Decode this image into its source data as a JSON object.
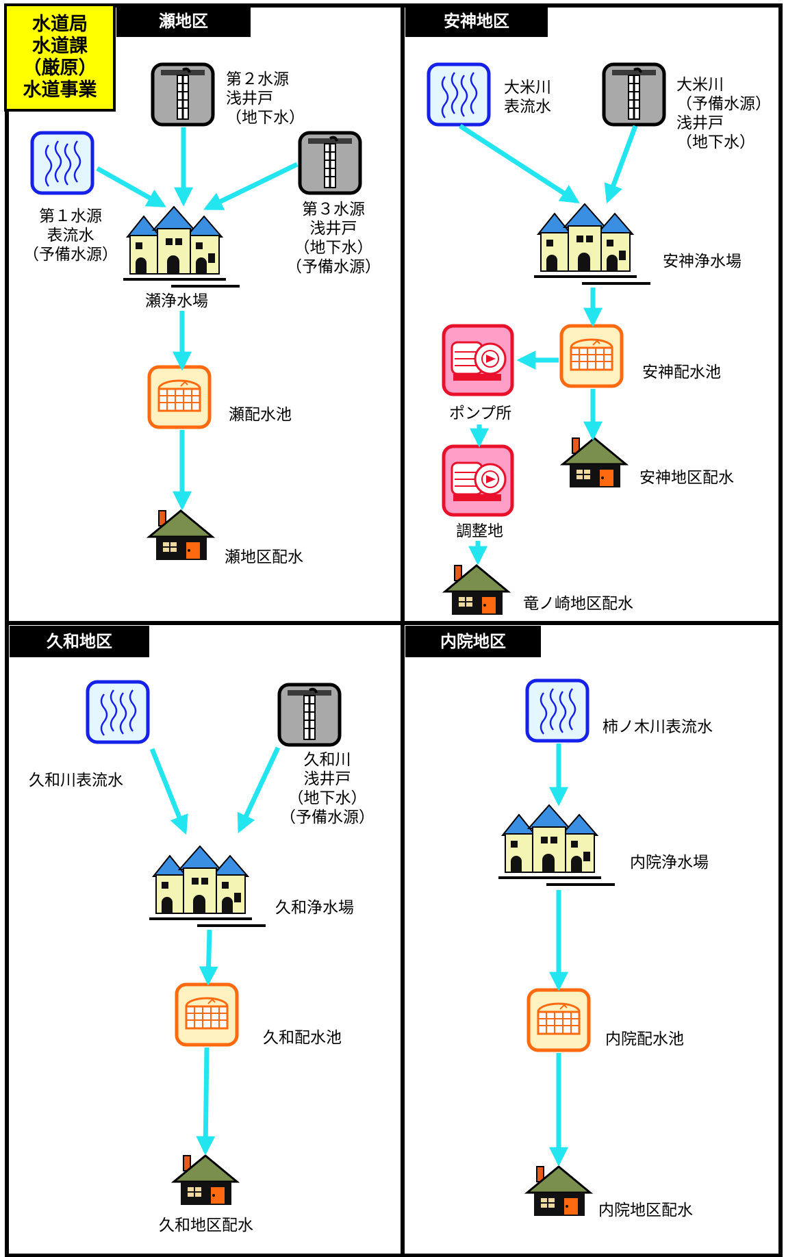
{
  "header": {
    "lines": [
      "水道局",
      "水道課",
      "（厳原）",
      "水道事業"
    ]
  },
  "colors": {
    "arrow": "#22e5f0",
    "header_bg": "#ffff00",
    "water_tile": "#1520e8",
    "water_tile_bg": "#e4f6ff",
    "well_tile": "#a9a9a9",
    "reservoir_tile": "#ff6a10",
    "reservoir_tile_bg": "#fff2c0",
    "pump_tile": "#e8102a",
    "pump_tile_bg": "#ff9fc8",
    "house_roof": "#7a8f4e",
    "plant_roof": "#3b8fe3",
    "plant_wall": "#f4f5b5"
  },
  "districts": {
    "se": {
      "title": "瀬地区",
      "labels": {
        "source2": [
          "第２水源",
          "浅井戸",
          "（地下水）"
        ],
        "source1": [
          "第１水源",
          "表流水",
          "（予備水源）"
        ],
        "source3": [
          "第３水源",
          "浅井戸",
          "（地下水）",
          "（予備水源）"
        ],
        "plant": "瀬浄水場",
        "reservoir": "瀬配水池",
        "distribution": "瀬地区配水"
      }
    },
    "anjin": {
      "title": "安神地区",
      "labels": {
        "river": [
          "大米川",
          "表流水"
        ],
        "well": [
          "大米川",
          "（予備水源）",
          "浅井戸",
          "（地下水）"
        ],
        "plant": "安神浄水場",
        "reservoir": "安神配水池",
        "pump": "ポンプ所",
        "adjust": "調整地",
        "distribution": "安神地区配水",
        "tatsunosaki": "竜ノ崎地区配水"
      }
    },
    "kuwa": {
      "title": "久和地区",
      "labels": {
        "river": "久和川表流水",
        "well": [
          "久和川",
          "浅井戸",
          "（地下水）",
          "（予備水源）"
        ],
        "plant": "久和浄水場",
        "reservoir": "久和配水池",
        "distribution": "久和地区配水"
      }
    },
    "naiin": {
      "title": "内院地区",
      "labels": {
        "river": "柿ノ木川表流水",
        "plant": "内院浄水場",
        "reservoir": "内院配水池",
        "distribution": "内院地区配水"
      }
    }
  }
}
